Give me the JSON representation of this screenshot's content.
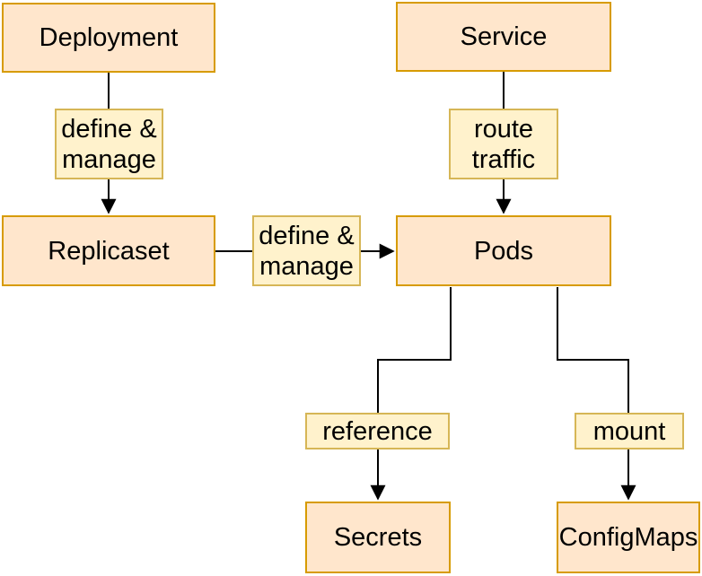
{
  "diagram": {
    "nodes": [
      {
        "id": "deployment",
        "label": "Deployment"
      },
      {
        "id": "service",
        "label": "Service"
      },
      {
        "id": "replicaset",
        "label": "Replicaset"
      },
      {
        "id": "pods",
        "label": "Pods"
      },
      {
        "id": "secrets",
        "label": "Secrets"
      },
      {
        "id": "configmaps",
        "label": "ConfigMaps"
      }
    ],
    "edge_labels": [
      {
        "id": "define-manage-top",
        "line1": "define &",
        "line2": "manage"
      },
      {
        "id": "route-traffic",
        "line1": "route",
        "line2": "traffic"
      },
      {
        "id": "define-manage-mid",
        "line1": "define &",
        "line2": "manage"
      },
      {
        "id": "reference",
        "line1": "reference"
      },
      {
        "id": "mount",
        "line1": "mount"
      }
    ],
    "edges": [
      {
        "from": "Deployment",
        "to": "Replicaset",
        "label": "define & manage"
      },
      {
        "from": "Service",
        "to": "Pods",
        "label": "route traffic"
      },
      {
        "from": "Replicaset",
        "to": "Pods",
        "label": "define & manage"
      },
      {
        "from": "Pods",
        "to": "Secrets",
        "label": "reference"
      },
      {
        "from": "Pods",
        "to": "ConfigMaps",
        "label": "mount"
      }
    ],
    "colors": {
      "node_fill": "#FFE6CC",
      "node_stroke": "#D79B00",
      "label_fill": "#FFF2CC",
      "label_stroke": "#D6B656",
      "edge_color": "#000000",
      "text_color": "#000000",
      "background": "#FFFFFF"
    }
  }
}
